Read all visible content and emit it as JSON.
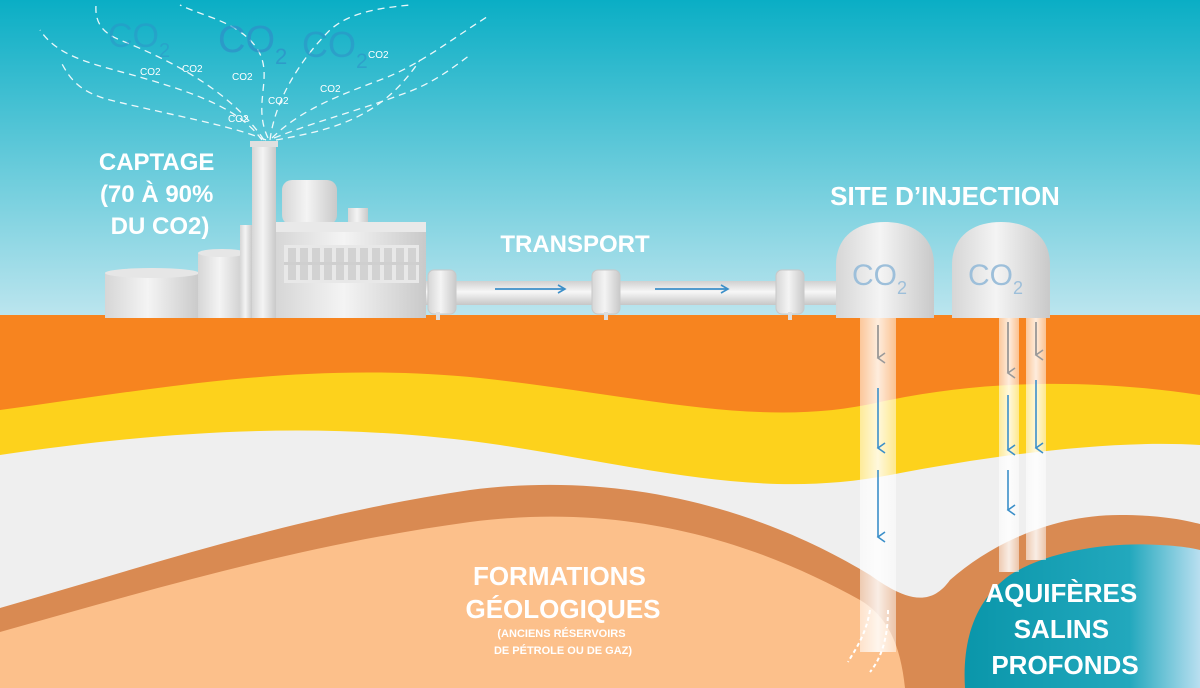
{
  "labels": {
    "captage": [
      "CAPTAGE",
      "(70 À 90%",
      "DU CO2)"
    ],
    "transport": "TRANSPORT",
    "site": "SITE D’INJECTION",
    "formations": [
      "FORMATIONS",
      "GÉOLOGIQUES"
    ],
    "formations_note": [
      "(ANCIENS RÉSERVOIRS",
      "DE PÉTROLE OU DE GAZ)"
    ],
    "aquiferes": [
      "AQUIFÈRES",
      "SALINS",
      "PROFONDS"
    ]
  },
  "tanks": [
    {
      "co": "CO",
      "sub": "2"
    },
    {
      "co": "CO",
      "sub": "2"
    }
  ],
  "smoke": {
    "big": [
      {
        "co": "CO",
        "sub": "2"
      },
      {
        "co": "CO",
        "sub": "2"
      },
      {
        "co": "CO",
        "sub": "2"
      }
    ],
    "small": [
      "CO2",
      "CO2",
      "CO2",
      "CO2",
      "CO2",
      "CO2",
      "CO2"
    ]
  },
  "colors": {
    "sky_top": "#0aaec5",
    "sky_bottom": "#bfe6ef",
    "orange": "#f7841f",
    "yellow": "#fdd21c",
    "grey": "#efefef",
    "brown": "#d98a52",
    "peach": "#fcc08b",
    "teal": "#0b9fb3",
    "co2_blue": "#2f8fc8",
    "arrow_blue": "#3b8fc9"
  }
}
